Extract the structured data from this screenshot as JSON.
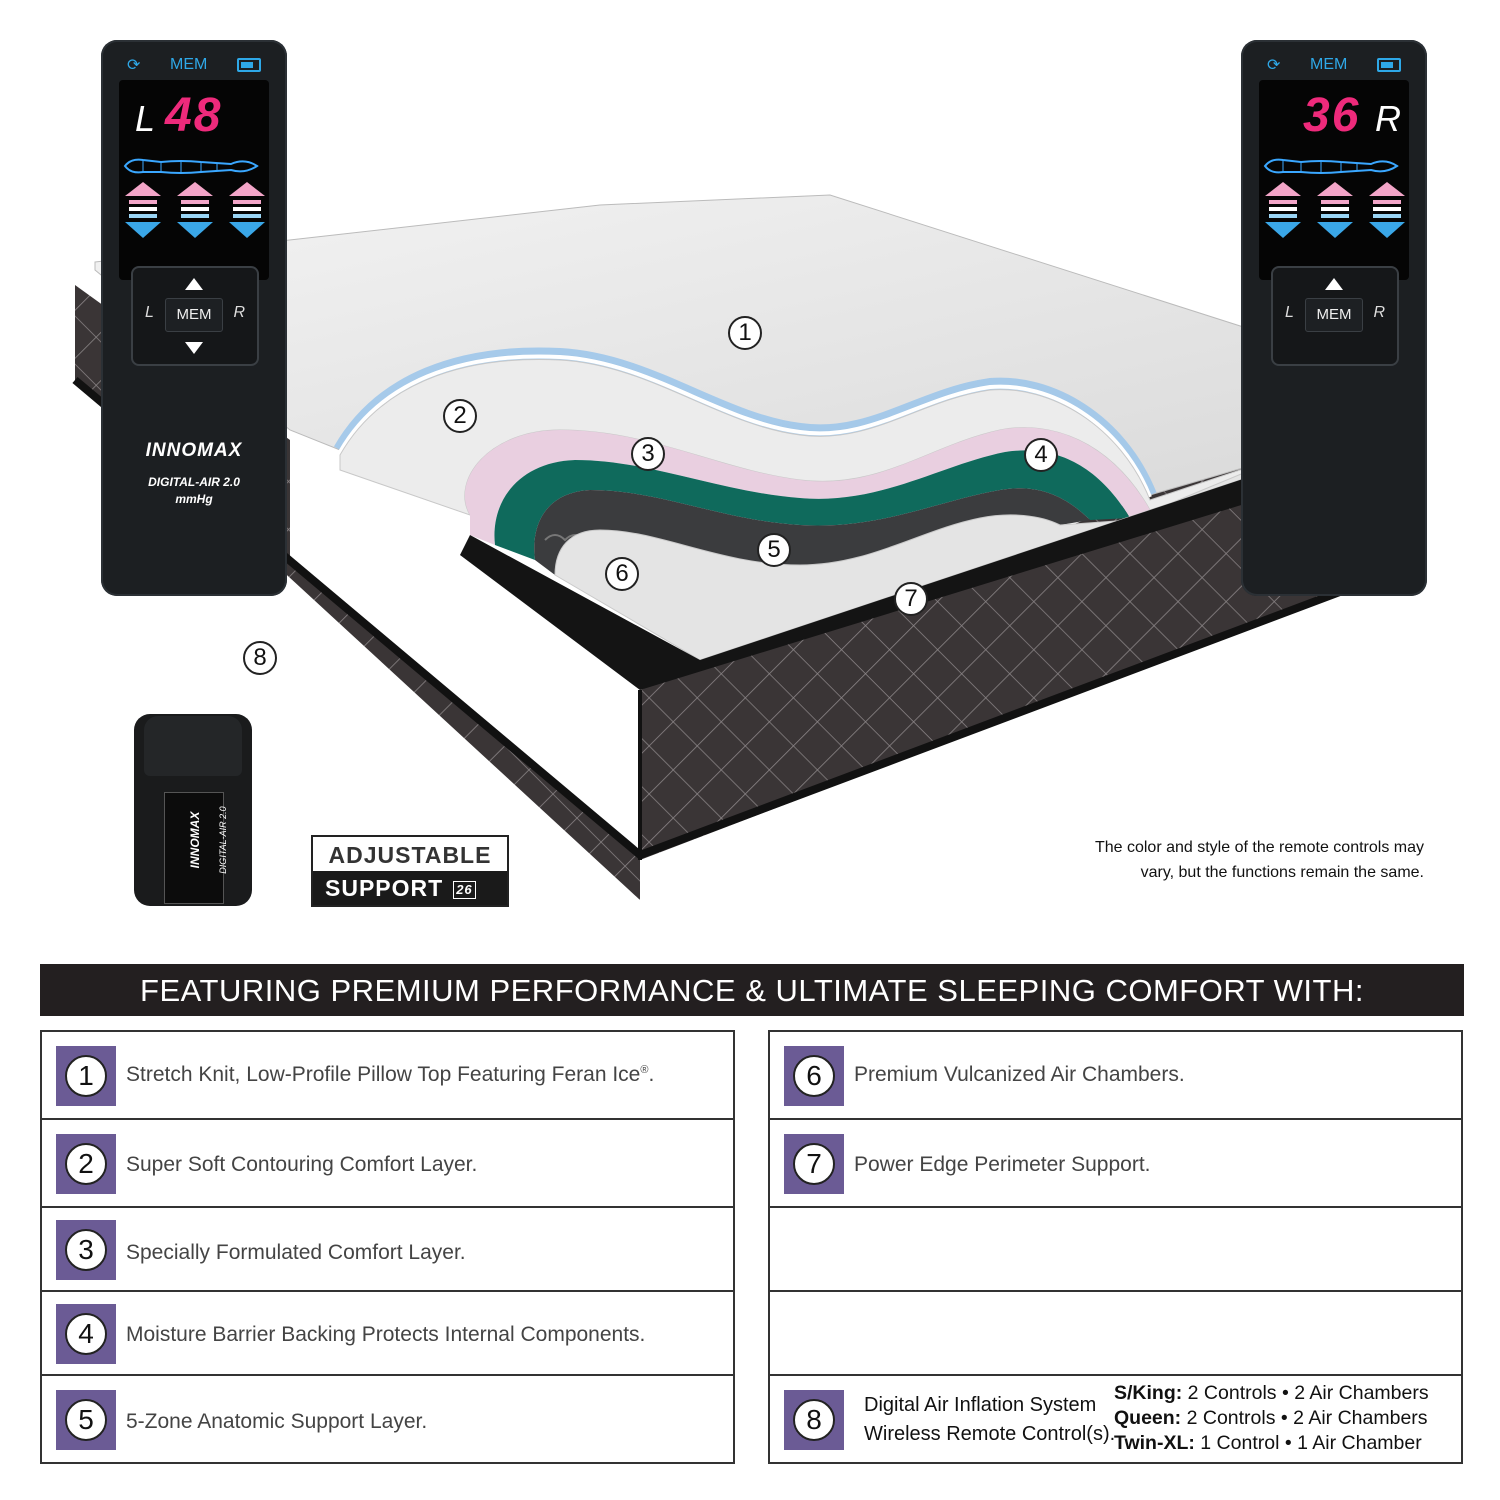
{
  "remote_left": {
    "mem": "MEM",
    "side": "L",
    "value": "48",
    "pad_left": "L",
    "pad_right": "R",
    "pad_mem": "MEM",
    "brand": "INNOMAX",
    "model": "DIGITAL-AIR 2.0",
    "unit": "mmHg"
  },
  "remote_right": {
    "mem": "MEM",
    "side": "R",
    "value": "36",
    "pad_left": "L",
    "pad_right": "R",
    "pad_mem": "MEM"
  },
  "pump": {
    "brand": "INNOMAX",
    "model": "DIGITAL-AIR 2.0"
  },
  "badge": {
    "line1": "ADJUSTABLE",
    "line2": "SUPPORT",
    "icon_text": "26"
  },
  "note": "The color and style of the remote controls may vary, but the functions remain the same.",
  "callouts": [
    "1",
    "2",
    "3",
    "4",
    "5",
    "6",
    "7",
    "8"
  ],
  "colors": {
    "num_box": "#6b5b95",
    "title_bar": "#231f20",
    "green_layer": "#0f6a5c",
    "pink_layer": "#e9cfe0",
    "digit_color": "#ee2a7b"
  },
  "title": "FEATURING PREMIUM PERFORMANCE & ULTIMATE SLEEPING COMFORT WITH:",
  "features_left": [
    {
      "num": "1",
      "text": "Stretch Knit, Low-Profile Pillow Top Featuring Feran Ice",
      "mark": "®",
      "end": "."
    },
    {
      "num": "2",
      "text": "Super Soft Contouring Comfort Layer."
    },
    {
      "num": "3",
      "text": "Specially Formulated Comfort Layer."
    },
    {
      "num": "4",
      "text": "Moisture Barrier Backing Protects Internal Components."
    },
    {
      "num": "5",
      "text": "5-Zone Anatomic Support Layer."
    }
  ],
  "features_right": [
    {
      "num": "6",
      "text": "Premium Vulcanized Air Chambers."
    },
    {
      "num": "7",
      "text": "Power Edge Perimeter Support."
    },
    {
      "num": "8",
      "line1": "Digital Air Inflation System",
      "line2": "Wireless Remote Control(s)."
    }
  ],
  "specs": [
    {
      "label": "S/King:",
      "value": "2 Controls • 2 Air Chambers"
    },
    {
      "label": "Queen:",
      "value": "2 Controls • 2 Air Chambers"
    },
    {
      "label": "Twin-XL:",
      "value": "1 Control • 1 Air Chamber"
    }
  ]
}
